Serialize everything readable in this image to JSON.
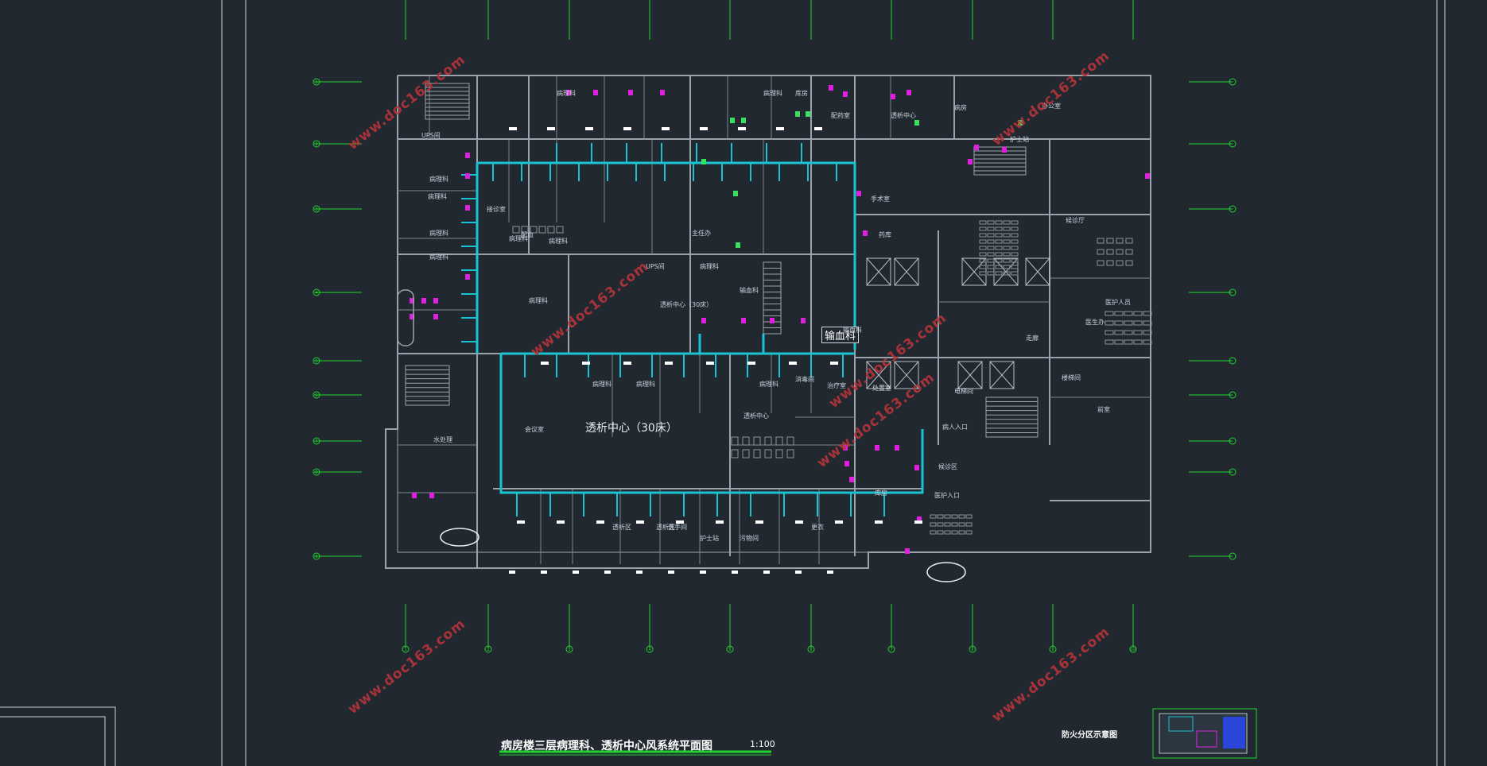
{
  "drawing": {
    "title": "病房楼三层病理科、透析中心风系统平面图",
    "scale": "1:100",
    "fire_zone_label": "防火分区示意图"
  },
  "rooms": [
    "UPS间",
    "病理科",
    "病理科",
    "病理科",
    "病理科",
    "接诊室",
    "配血",
    "输血科",
    "病理科",
    "透析中心（30床）",
    "病理科",
    "病理科",
    "病理科",
    "病理科",
    "透析中心",
    "病理科",
    "透析中心",
    "手术室",
    "药库",
    "病房",
    "护士站",
    "办公室",
    "配药室",
    "库房",
    "会议室",
    "医护人员",
    "楼梯间",
    "电梯间",
    "前室",
    "走廊",
    "病理科",
    "病理科",
    "候诊厅",
    "水处理",
    "UPS间",
    "主任办",
    "输血科",
    "病理科",
    "医生办",
    "消毒间",
    "治疗室",
    "处置室",
    "护士站",
    "污物间",
    "透析区",
    "透析区",
    "洗手间",
    "更衣",
    "库房",
    "医护入口",
    "病人入口",
    "候诊区"
  ],
  "highlights": {
    "blood_bank": "输血科",
    "dialysis_center": "透析中心（30床）"
  },
  "watermarks": [
    "www.doc163.com",
    "www.doc163.com",
    "www.doc163.com",
    "www.doc163.com",
    "www.doc163.com",
    "www.doc163.com",
    "www.doc163.com"
  ],
  "axis_labels": {
    "left": [
      "1",
      "2",
      "3",
      "4",
      "5",
      "6",
      "7",
      "8",
      "9"
    ],
    "bottom": [
      "1",
      "2",
      "3",
      "4",
      "5",
      "6",
      "7",
      "8",
      "9",
      "10"
    ]
  },
  "colors": {
    "background": "#212830",
    "walls": "#9aa3ab",
    "duct": "#19c3d1",
    "diffuser": "#e020e0",
    "axis": "#21d42e",
    "fan": "#38e05b",
    "watermark": "#b8343a"
  }
}
